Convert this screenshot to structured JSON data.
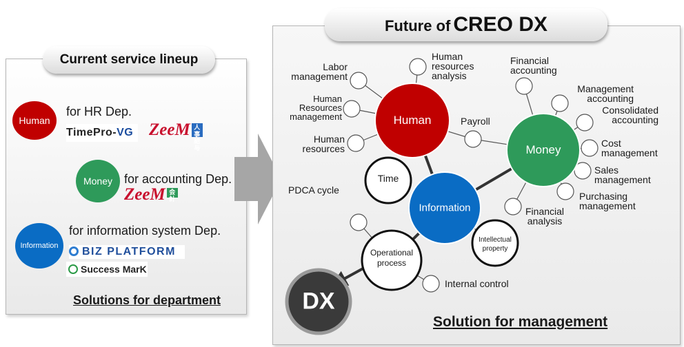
{
  "left": {
    "title": "Current service lineup",
    "groups": [
      {
        "circle": "Human",
        "dept": "for HR Dep.",
        "color": "#c00000"
      },
      {
        "circle": "Money",
        "dept": "for accounting Dep.",
        "color": "#2e9a5a"
      },
      {
        "circle": "Information",
        "dept": "for information system Dep.",
        "color": "#0a6cc4"
      }
    ],
    "logos": {
      "timepro_a": "TimePro-",
      "timepro_b": "VG",
      "zeem": "ZeeM",
      "zeem_badge_hr": "人事給与",
      "zeem_badge_acc": "会計",
      "biz": "BIZ PLATFORM",
      "success": "Success MarK"
    },
    "footer": "Solutions for department"
  },
  "right": {
    "title_prefix": "Future of",
    "title_main": "CREO DX",
    "hubs": {
      "human": "Human",
      "money": "Money",
      "information": "Information",
      "dx": "DX"
    },
    "nodes": {
      "time": "Time",
      "operational_process": [
        "Operational",
        "process"
      ],
      "intellectual_property": [
        "Intellectual",
        "property"
      ]
    },
    "labels": {
      "labor": [
        "Labor",
        "management"
      ],
      "hr_analysis": [
        "Human",
        "resources",
        "analysis"
      ],
      "hr_mgmt": [
        "Human",
        "Resources",
        "management"
      ],
      "hr": [
        "Human",
        "resources"
      ],
      "payroll": "Payroll",
      "fin_acc": [
        "Financial",
        "accounting"
      ],
      "mgmt_acc": [
        "Management",
        "accounting"
      ],
      "cons_acc": [
        "Consolidated",
        "accounting"
      ],
      "cost": [
        "Cost",
        "management"
      ],
      "sales": [
        "Sales",
        "management"
      ],
      "purchasing": [
        "Purchasing",
        "management"
      ],
      "fin_analysis": [
        "Financial",
        "analysis"
      ],
      "pdca": "PDCA cycle",
      "internal": "Internal control"
    },
    "footer": "Solution for management"
  },
  "colors": {
    "human": "#c00000",
    "money": "#2e9a5a",
    "information": "#0a6cc4",
    "dx": "#3a3a3a",
    "arrow": "#a6a6a6"
  }
}
